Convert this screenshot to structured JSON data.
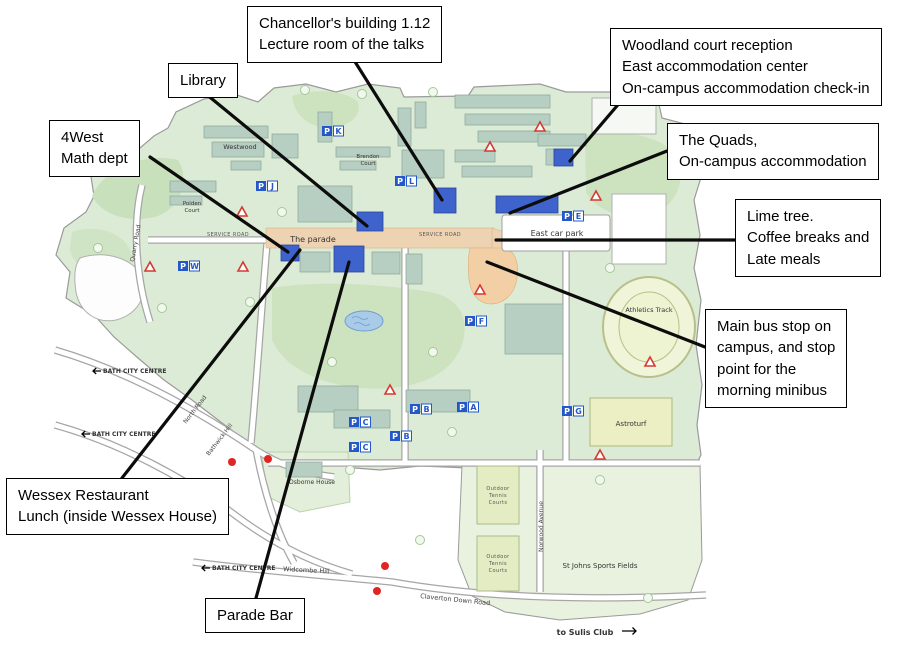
{
  "callouts": {
    "chancellor": {
      "text": "Chancellor's building 1.12\nLecture room of the talks"
    },
    "library": {
      "text": "Library"
    },
    "four_west": {
      "text": "4West\nMath dept"
    },
    "woodland": {
      "text": "Woodland court reception\nEast accommodation center\nOn-campus accommodation check-in"
    },
    "quads": {
      "text": "The Quads,\nOn-campus accommodation"
    },
    "lime_tree": {
      "text": "Lime tree.\nCoffee breaks and\nLate meals"
    },
    "bus_stop": {
      "text": "Main bus stop on\ncampus, and stop\npoint for the\nmorning minibus"
    },
    "wessex": {
      "text": "Wessex Restaurant\nLunch (inside Wessex House)"
    },
    "parade_bar": {
      "text": "Parade Bar"
    }
  },
  "map": {
    "labels": {
      "westwood": "Westwood",
      "brendon_court_1": "Brendon",
      "brendon_court_2": "Court",
      "polden_court_1": "Polden",
      "polden_court_2": "Court",
      "the_parade": "The parade",
      "east_car_park": "East car park",
      "service_road": "SERVICE ROAD",
      "athletics_track": "Athletics Track",
      "astroturf": "Astroturf",
      "osborne_house": "Osborne House",
      "st_johns_sports_fields": "St Johns Sports Fields",
      "tennis_1": "Outdoor",
      "tennis_2": "Tennis",
      "tennis_3": "Courts",
      "to_sulis_club": "to Sulis Club",
      "bath_city_centre": "BATH CITY CENTRE",
      "quarry_road": "Quarry Road",
      "north_road": "North Road",
      "bathwick_hill": "Bathwick Hill",
      "widcombe_hill": "Widcombe Hill",
      "claverton_down_road": "Claverton Down Road",
      "norwood_avenue": "Norwood Avenue"
    },
    "parking": {
      "p": "P",
      "a": "A",
      "b": "B",
      "c": "C",
      "e": "E",
      "f": "F",
      "g": "G",
      "j": "J",
      "k": "K",
      "l": "L",
      "w": "W"
    }
  },
  "colors": {
    "highlight_blue": "#3e63cc",
    "marker_red": "#e02525",
    "campus_green": "#dcebd5",
    "parade_tan": "#eed3b3",
    "plaza_orange": "#f3cfa5"
  }
}
